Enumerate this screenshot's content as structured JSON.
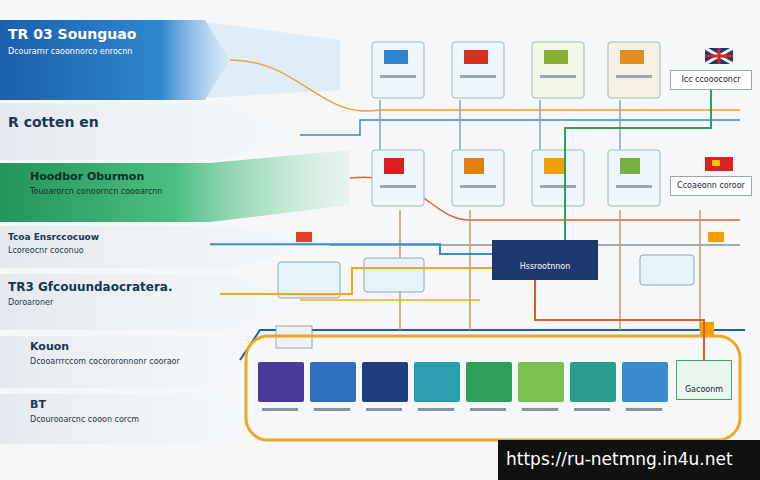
{
  "diagram": {
    "nodes": [
      {
        "text": [
          "TR 03 Sounguao",
          "Dcourarnr caoonnorco enrocnn"
        ]
      },
      {
        "text": [
          "R cotten en"
        ]
      },
      {
        "text": [
          "Hoodbor Oburmon",
          "Touoarorcn conoorncn coooarcnn"
        ]
      },
      {
        "text": [
          "Tcoa Ensrccocuow",
          "Lcoreocnr coconuo"
        ]
      },
      {
        "text": [
          "TR3 Gfcouundaocratera.",
          "Doroaroner"
        ]
      },
      {
        "text": [
          "Kouon",
          "Dcooarrrccom cocororonnonr cooraor"
        ]
      },
      {
        "text": [
          "BT",
          "Dcourooarcnc cooon corcm"
        ]
      },
      {
        "text": [
          "Hssrootnnon"
        ]
      },
      {
        "text": [
          "Icc ccoooconcr"
        ]
      },
      {
        "text": [
          "Ccoaeonn coroor"
        ]
      },
      {
        "text": [
          "Gacoonm"
        ]
      }
    ],
    "edges": [
      {
        "from": 4,
        "to": 7,
        "arrow": "none"
      },
      {
        "from": 3,
        "to": 7,
        "arrow": "none"
      },
      {
        "from": 7,
        "to": 8,
        "arrow": "none"
      },
      {
        "from": 7,
        "to": 10,
        "arrow": "none"
      }
    ],
    "labels": [
      "https://ru-netmng.in4u.net"
    ]
  }
}
